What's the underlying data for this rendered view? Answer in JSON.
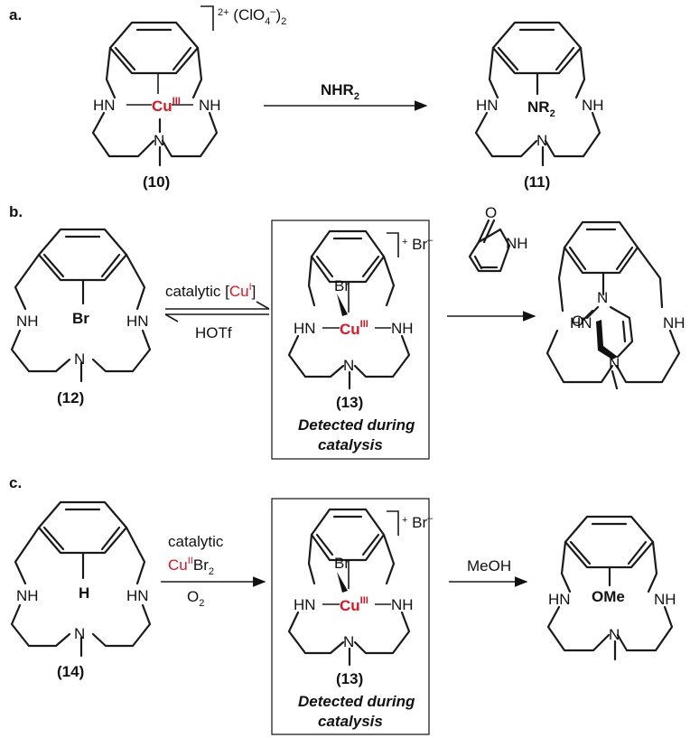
{
  "panels": {
    "a": {
      "label": "a.",
      "charge": "2+",
      "counterion": "(ClO",
      "counterion_sub": "4",
      "counterion_sup": "–",
      "counterion_end": ")",
      "counterion_sub2": "2",
      "metal": "Cu",
      "metal_ox": "III",
      "reagent": "NHR",
      "reagent_sub": "2",
      "product_group": "NR",
      "product_group_sub": "2",
      "compound_left": "(10)",
      "compound_right": "(11)"
    },
    "b": {
      "label": "b.",
      "substituent": "Br",
      "forward_prefix": "catalytic [",
      "forward_metal": "Cu",
      "forward_ox": "I",
      "forward_suffix": "]",
      "reverse": "HOTf",
      "charge": "+",
      "counterion": "Br",
      "counterion_sup": "–",
      "inter_ligand": "Br",
      "metal": "Cu",
      "metal_ox": "III",
      "box_line1": "Detected during",
      "box_line2": "catalysis",
      "compound_left": "(12)",
      "compound_mid": "(13)",
      "pyridone_o": "O",
      "pyridone_nh": "NH",
      "product_o": "O",
      "product_n": "N"
    },
    "c": {
      "label": "c.",
      "substituent": "H",
      "cat_line1": "catalytic",
      "cat_metal": "Cu",
      "cat_ox": "II",
      "cat_rest": "Br",
      "cat_sub": "2",
      "oxidant": "O",
      "oxidant_sub": "2",
      "charge": "+",
      "counterion": "Br",
      "counterion_sup": "–",
      "inter_ligand": "Br",
      "metal": "Cu",
      "metal_ox": "III",
      "box_line1": "Detected during",
      "box_line2": "catalysis",
      "reagent": "MeOH",
      "product_group": "OMe",
      "compound_left": "(14)",
      "compound_mid": "(13)"
    },
    "atoms": {
      "nh": "NH",
      "hn": "HN",
      "n": "N"
    }
  }
}
